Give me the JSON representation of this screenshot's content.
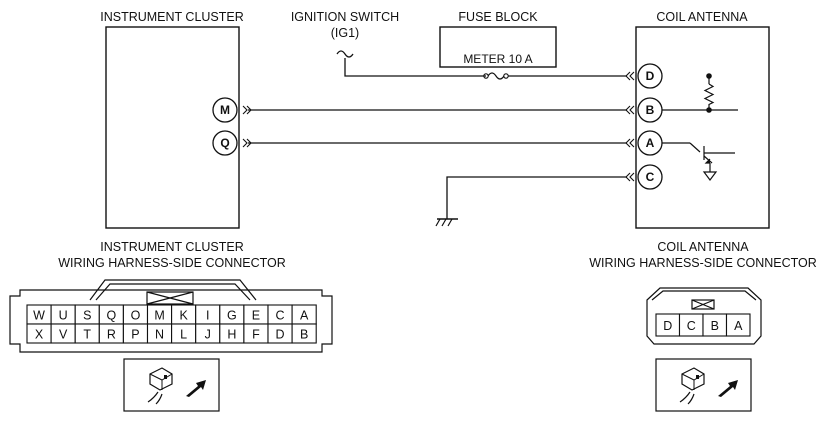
{
  "labels": {
    "instrument_cluster": "INSTRUMENT CLUSTER",
    "ignition_switch": "IGNITION SWITCH",
    "ig1": "(IG1)",
    "fuse_block": "FUSE BLOCK",
    "fuse": "METER 10 A",
    "coil_antenna": "COIL ANTENNA",
    "ic_conn_line1": "INSTRUMENT CLUSTER",
    "ic_conn_line2": "WIRING HARNESS-SIDE CONNECTOR",
    "ca_conn_line1": "COIL ANTENNA",
    "ca_conn_line2": "WIRING HARNESS-SIDE CONNECTOR"
  },
  "cluster_pins": [
    "M",
    "Q"
  ],
  "antenna_pins": [
    "D",
    "B",
    "A",
    "C"
  ],
  "ic_connector": {
    "top_row": [
      "W",
      "U",
      "S",
      "Q",
      "O",
      "M",
      "K",
      "I",
      "G",
      "E",
      "C",
      "A"
    ],
    "bottom_row": [
      "X",
      "V",
      "T",
      "R",
      "P",
      "N",
      "L",
      "J",
      "H",
      "F",
      "D",
      "B"
    ]
  },
  "ca_connector": {
    "row": [
      "D",
      "C",
      "B",
      "A"
    ]
  },
  "icons": {
    "connector_view": "connector-view-icon",
    "ground": "ground-icon",
    "fuse": "fuse-icon",
    "resistor": "resistor-icon",
    "transistor": "transistor-icon"
  }
}
